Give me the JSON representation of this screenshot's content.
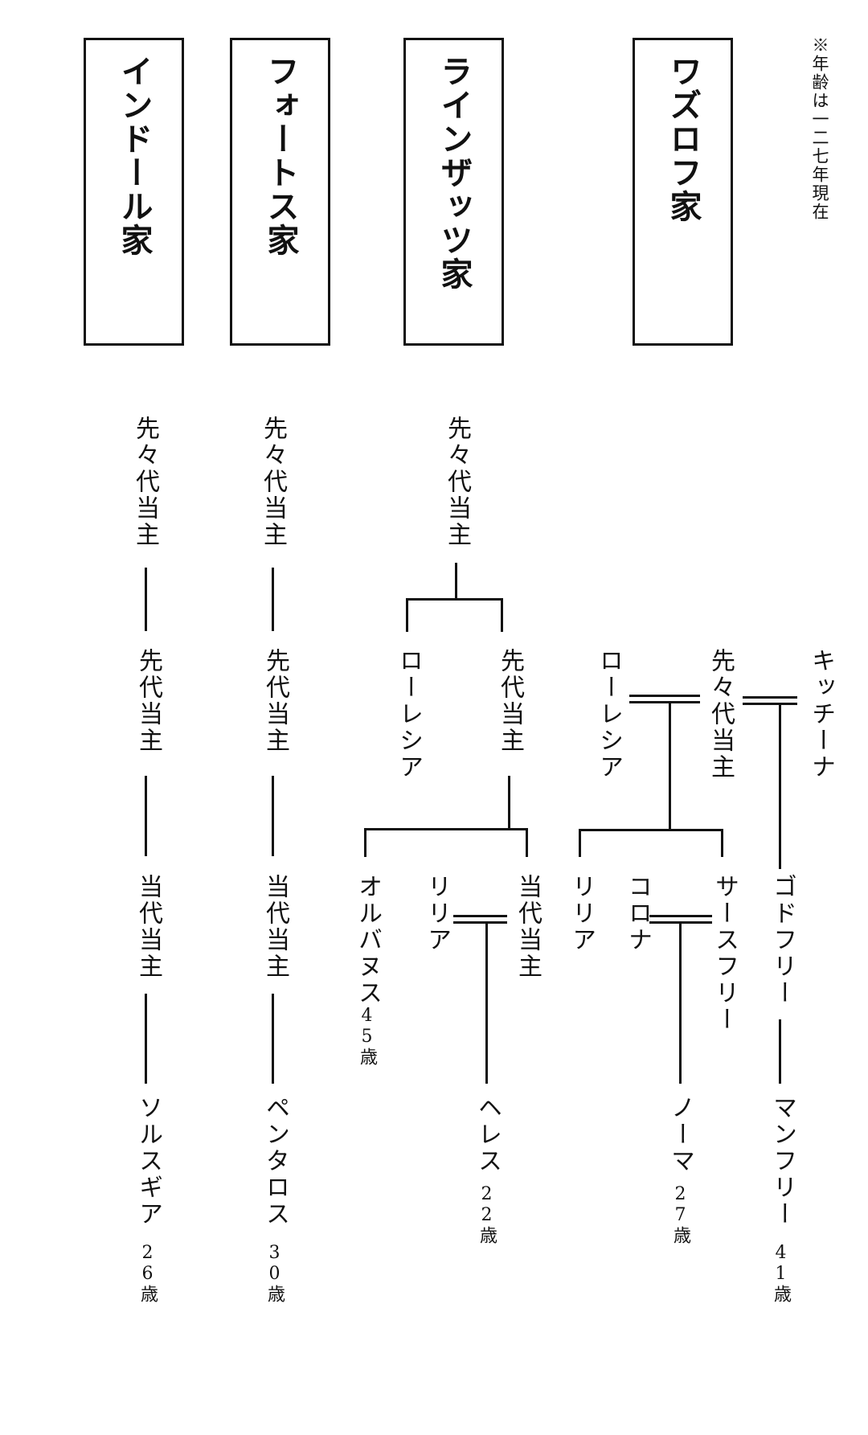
{
  "note": "※年齢は一二七年現在",
  "houses": {
    "wazrof": "ワズロフ家",
    "rainzatts": "ラインザッツ家",
    "fotos": "フォートス家",
    "indor": "インドール家"
  },
  "wazrof": {
    "kitchina": "キッチーナ",
    "senzendai": "先々代当主",
    "loresia": "ローレシア",
    "godfrey": "ゴドフリー",
    "saasfry": "サースフリー",
    "corona": "コロナ",
    "riria": "リリア",
    "manfry": "マンフリー",
    "manfry_age": "41歳",
    "noma": "ノーマ",
    "noma_age": "27歳"
  },
  "rainzatts": {
    "senzendai": "先々代当主",
    "sendai": "先代当主",
    "loresia": "ローレシア",
    "toudai": "当代当主",
    "riria": "リリア",
    "orubanus": "オルバヌス",
    "orubanus_age": "45歳",
    "heres": "ヘレス",
    "heres_age": "22歳"
  },
  "fotos": {
    "senzendai": "先々代当主",
    "sendai": "先代当主",
    "toudai": "当代当主",
    "pentaros": "ペンタロス",
    "pentaros_age": "30歳"
  },
  "indor": {
    "senzendai": "先々代当主",
    "sendai": "先代当主",
    "toudai": "当代当主",
    "solsgia": "ソルスギア",
    "solsgia_age": "26歳"
  }
}
